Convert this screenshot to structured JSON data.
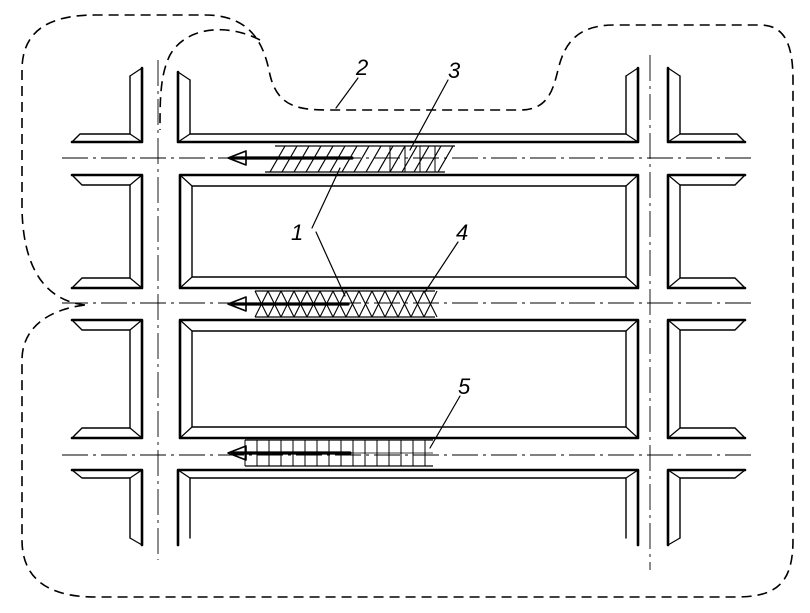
{
  "diagram": {
    "labels": {
      "l1": "1",
      "l2": "2",
      "l3": "3",
      "l4": "4",
      "l5": "5"
    },
    "ink_color": "#000000",
    "paper_color": "#ffffff"
  }
}
